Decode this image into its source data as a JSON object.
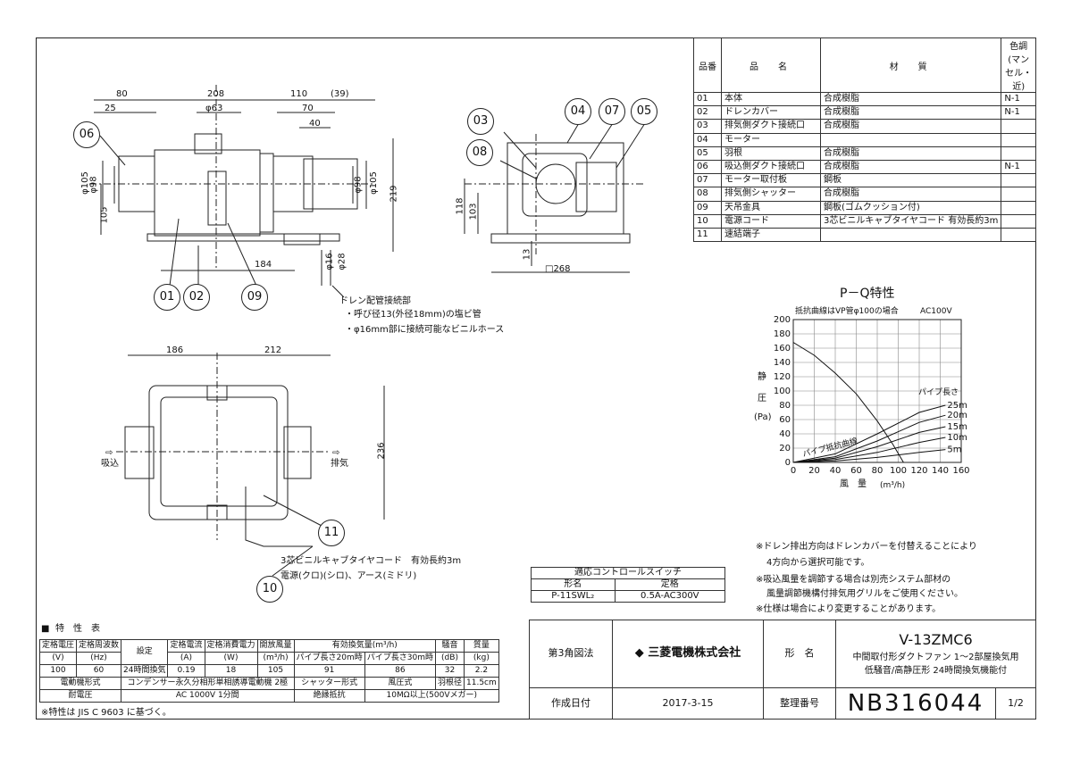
{
  "parts_table": {
    "headers": [
      "品番",
      "品　名",
      "材　質",
      "色調(マンセル・近)"
    ],
    "rows": [
      [
        "01",
        "本体",
        "合成樹脂",
        "N-1"
      ],
      [
        "02",
        "ドレンカバー",
        "合成樹脂",
        "N-1"
      ],
      [
        "03",
        "排気側ダクト接続口",
        "合成樹脂",
        ""
      ],
      [
        "04",
        "モーター",
        "",
        ""
      ],
      [
        "05",
        "羽根",
        "合成樹脂",
        ""
      ],
      [
        "06",
        "吸込側ダクト接続口",
        "合成樹脂",
        "N-1"
      ],
      [
        "07",
        "モーター取付板",
        "鋼板",
        ""
      ],
      [
        "08",
        "排気側シャッター",
        "合成樹脂",
        ""
      ],
      [
        "09",
        "天吊金具",
        "鋼板(ゴムクッション付)",
        ""
      ],
      [
        "10",
        "電源コード",
        "3芯ビニルキャブタイヤコード 有効長約3m",
        ""
      ],
      [
        "11",
        "速結端子",
        "",
        ""
      ]
    ]
  },
  "front_view": {
    "dims": [
      "80",
      "208",
      "110",
      "(39)",
      "25",
      "φ63",
      "70",
      "40",
      "φ105",
      "φ98",
      "φ98",
      "φ105",
      "219",
      "105",
      "184",
      "φ16",
      "φ28"
    ],
    "callouts": [
      "06",
      "01",
      "02",
      "09"
    ]
  },
  "side_view": {
    "dims": [
      "118",
      "103",
      "13",
      "□268"
    ],
    "callouts": [
      "03",
      "04",
      "07",
      "05",
      "08"
    ]
  },
  "drain_note": {
    "title": "ドレン配管接続部",
    "line1": "・呼び径13(外径18mm)の塩ビ管",
    "line2": "・φ16mm部に接続可能なビニルホース"
  },
  "top_view": {
    "dims": [
      "186",
      "212",
      "236"
    ],
    "intake": "吸込",
    "exhaust": "排気",
    "callouts": [
      "11",
      "10"
    ],
    "cord_label": "3芯ビニルキャブタイヤコード　有効長約3m",
    "power_label": "電源(クロ)(シロ)、アース(ミドリ)"
  },
  "pq_chart": {
    "title": "P－Q特性",
    "subtitle": "抵抗曲線はVP管φ100の場合",
    "voltage": "AC100V",
    "ylabel_1": "静",
    "ylabel_2": "圧",
    "yunit": "(Pa)",
    "xlabel": "風　量",
    "xunit": "(m³/h)",
    "pipe_len_label": "パイプ長さ",
    "resistance_label": "パイプ抵抗曲線",
    "pipe_labels": [
      "25m",
      "20m",
      "15m",
      "10m",
      "5m"
    ]
  },
  "chart_data": {
    "type": "line",
    "title": "P－Q特性",
    "xlabel": "風　量 (m³/h)",
    "ylabel": "静圧 (Pa)",
    "xlim": [
      0,
      160
    ],
    "ylim": [
      0,
      200
    ],
    "xticks": [
      "0",
      "20",
      "40",
      "60",
      "80",
      "100",
      "120",
      "140",
      "160"
    ],
    "yticks": [
      "0",
      "20",
      "40",
      "60",
      "80",
      "100",
      "120",
      "140",
      "160",
      "180",
      "200"
    ],
    "series": [
      {
        "name": "",
        "x": [
          0,
          20,
          40,
          60,
          80,
          95,
          105
        ],
        "y": [
          168,
          150,
          125,
          96,
          58,
          25,
          0
        ]
      },
      {
        "name": "25m",
        "x": [
          0,
          40,
          80,
          120,
          145
        ],
        "y": [
          0,
          12,
          40,
          70,
          80
        ]
      },
      {
        "name": "20m",
        "x": [
          0,
          40,
          80,
          120,
          145
        ],
        "y": [
          0,
          8,
          30,
          56,
          66
        ]
      },
      {
        "name": "15m",
        "x": [
          0,
          40,
          80,
          120,
          145
        ],
        "y": [
          0,
          6,
          22,
          42,
          50
        ]
      },
      {
        "name": "10m",
        "x": [
          0,
          40,
          80,
          120,
          145
        ],
        "y": [
          0,
          4,
          14,
          28,
          35
        ]
      },
      {
        "name": "5m",
        "x": [
          0,
          40,
          80,
          120,
          145
        ],
        "y": [
          0,
          2,
          7,
          14,
          18
        ]
      }
    ],
    "grid": true
  },
  "notes": [
    "※ドレン排出方向はドレンカバーを付替えることにより",
    "4方向から選択可能です。",
    "※吸込風量を調節する場合は別売システム部材の",
    "風量調節機構付排気用グリルをご使用ください。",
    "※仕様は場合により変更することがあります。"
  ],
  "control_switch": {
    "title": "適応コントロールスイッチ",
    "col1": "形名",
    "col2": "定格",
    "model": "P-11SWL₂",
    "rating": "0.5A-AC300V"
  },
  "spec": {
    "title": "特　性　表",
    "headers": [
      "定格電圧",
      "定格周波数",
      "設定",
      "定格電流",
      "定格消費電力",
      "開放風量",
      "有効換気量(m³/h)",
      "騒音",
      "質量"
    ],
    "units": [
      "(V)",
      "(Hz)",
      "",
      "(A)",
      "(W)",
      "(m³/h)",
      "パイプ長さ20m時",
      "パイプ長さ30m時",
      "(dB)",
      "(kg)"
    ],
    "values": [
      "100",
      "60",
      "24時間換気",
      "0.19",
      "18",
      "105",
      "91",
      "86",
      "32",
      "2.2"
    ],
    "motor_label": "電動機形式",
    "motor_value": "コンデンサー永久分相形単相誘導電動機 2極",
    "shutter_label": "シャッター形式",
    "shutter_value": "風圧式",
    "blade_label": "羽根径",
    "blade_value": "11.5cm",
    "voltage_label": "耐電圧",
    "voltage_value": "AC 1000V 1分間",
    "insul_label": "絶縁抵抗",
    "insul_value": "10MΩ以上(500Vメガー)",
    "footnote": "※特性は JIS C 9603 に基づく。"
  },
  "title_block": {
    "projection": "第3角図法",
    "company": "三菱電機株式会社",
    "name_label": "形　名",
    "model": "V-13ZMC6",
    "desc1": "中間取付形ダクトファン 1～2部屋換気用",
    "desc2": "低騒音/高静圧形 24時間換気機能付",
    "date_label": "作成日付",
    "date": "2017-3-15",
    "number_label": "整理番号",
    "number": "NB316044",
    "page": "1/2"
  }
}
